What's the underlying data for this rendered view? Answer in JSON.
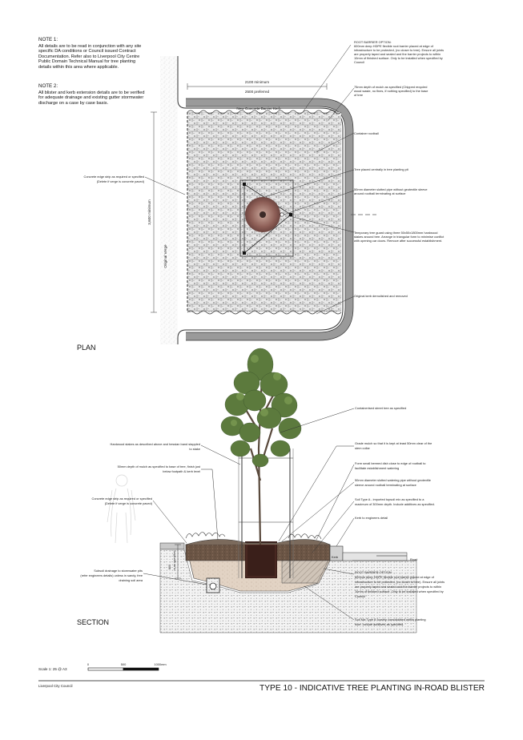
{
  "notes": {
    "note1_heading": "NOTE 1:",
    "note1_lines": [
      "All details are to be read in conjunction with any site",
      "specific DA conditions or Council issued Contract",
      "Documentation. Refer also to Liverpool City Centre",
      "Public Domain Technical Manual for tree planting",
      "details within this area where applicable."
    ],
    "note2_heading": "NOTE 2:",
    "note2_lines": [
      "All blister and kerb extension details are to be verified",
      "for adequate drainage and existing gutter stormwater",
      "discharge on a case by case basis."
    ]
  },
  "plan": {
    "label": "PLAN",
    "dim_min": "2100 minimum",
    "dim_pref": "2500 preferred",
    "kerb_label": "New Concrete Barrier Kerb",
    "vertical_dim": "3,600 minimum",
    "verge_label": "Original Verge",
    "left_callout": [
      "Concrete edge strip as required or specified",
      "(Delete if verge is concrete paved)"
    ],
    "callouts": [
      {
        "lines": [
          "ROOT BARRIER OPTION:",
          "600mm deep HDPE flexible root barrier placed at edge of",
          "infrastructure to be protected, (no closer to tree). Ensure all joints",
          "are properly taped and sealed and the barrier projects to within",
          "10mm of finished surface. Only to be installed when specified by",
          "Council"
        ]
      },
      {
        "lines": [
          "75mm depth of mulch as specified (Chipped recycled",
          "wood waste, no fines, if nothing specified) to the base",
          "of tree"
        ]
      },
      {
        "lines": [
          "Container rootball"
        ]
      },
      {
        "lines": [
          "Tree placed centrally in tree planting pit"
        ]
      },
      {
        "lines": [
          "50mm diameter slotted pipe without geotextile sleeve",
          "around rootball terminating at surface"
        ]
      },
      {
        "lines": [
          "Temporary tree guard using three 50x50x1800mm hardwood",
          "stakes around tree. Arrange in triangular form to minimise conflict",
          "with opening car doors. Remove after successful establishment."
        ]
      },
      {
        "lines": [
          "Original kerb demolished and removed"
        ]
      }
    ]
  },
  "section": {
    "label": "SECTION",
    "left_callouts": [
      {
        "lines": [
          "Hardwood stakes as described above and hessian band stappled",
          "to stake"
        ]
      },
      {
        "lines": [
          "50mm depth of mulch as specified to base of tree, finish just",
          "below footpath & kerb level"
        ]
      },
      {
        "lines": [
          "Concrete edge strip as required or specified",
          "(Delete if verge is concrete paved)"
        ]
      },
      {
        "lines": [
          "Subsoil drainage to stormwater pits",
          "(refer engineers details) unless in sandy, free",
          "draining soil area"
        ]
      }
    ],
    "right_callouts": [
      {
        "lines": [
          "Containerised street tree as specified"
        ]
      },
      {
        "lines": [
          "Grade mulch so that it is kept at least 50mm clear of the",
          "stem collar"
        ]
      },
      {
        "lines": [
          "Form small bermed dish close to edge of rootball to",
          "facilitate establishment watering"
        ]
      },
      {
        "lines": [
          "50mm diameter slotted watering pipe without geotextile",
          "sleeve around rootball terminating at surface"
        ]
      },
      {
        "lines": [
          "Soil Type A - imported topsoil mix as specified to a",
          "maximum of 300mm depth. Include additives as specified."
        ]
      },
      {
        "lines": [
          "Kerb to engineers detail"
        ]
      },
      {
        "lines": [
          "ROOT BARRIER OPTION:",
          "600mm deep HDPE flexible root barrier placed at edge of",
          "infrastructure to be protected, (no closer to tree). Ensure all joints",
          "are properly taped and sealed and the barrier projects to within",
          "10mm of finished surface. Only to be installed when specified by",
          "Council"
        ]
      },
      {
        "lines": [
          "Soil Mix Type B loosely consolidated within planting",
          "hole. Include additives as specified."
        ]
      }
    ],
    "depth_dim": "600",
    "depth_note": "or as specified",
    "kerb_tag": "Kerb",
    "road_tag": "Road"
  },
  "scale": {
    "label": "Scale 1: 25 @ A3",
    "ticks": [
      "0",
      "500",
      "1000mm"
    ]
  },
  "footer": {
    "council": "Liverpool City Council",
    "title": "TYPE 10 - INDICATIVE TREE PLANTING IN-ROAD BLISTER"
  }
}
